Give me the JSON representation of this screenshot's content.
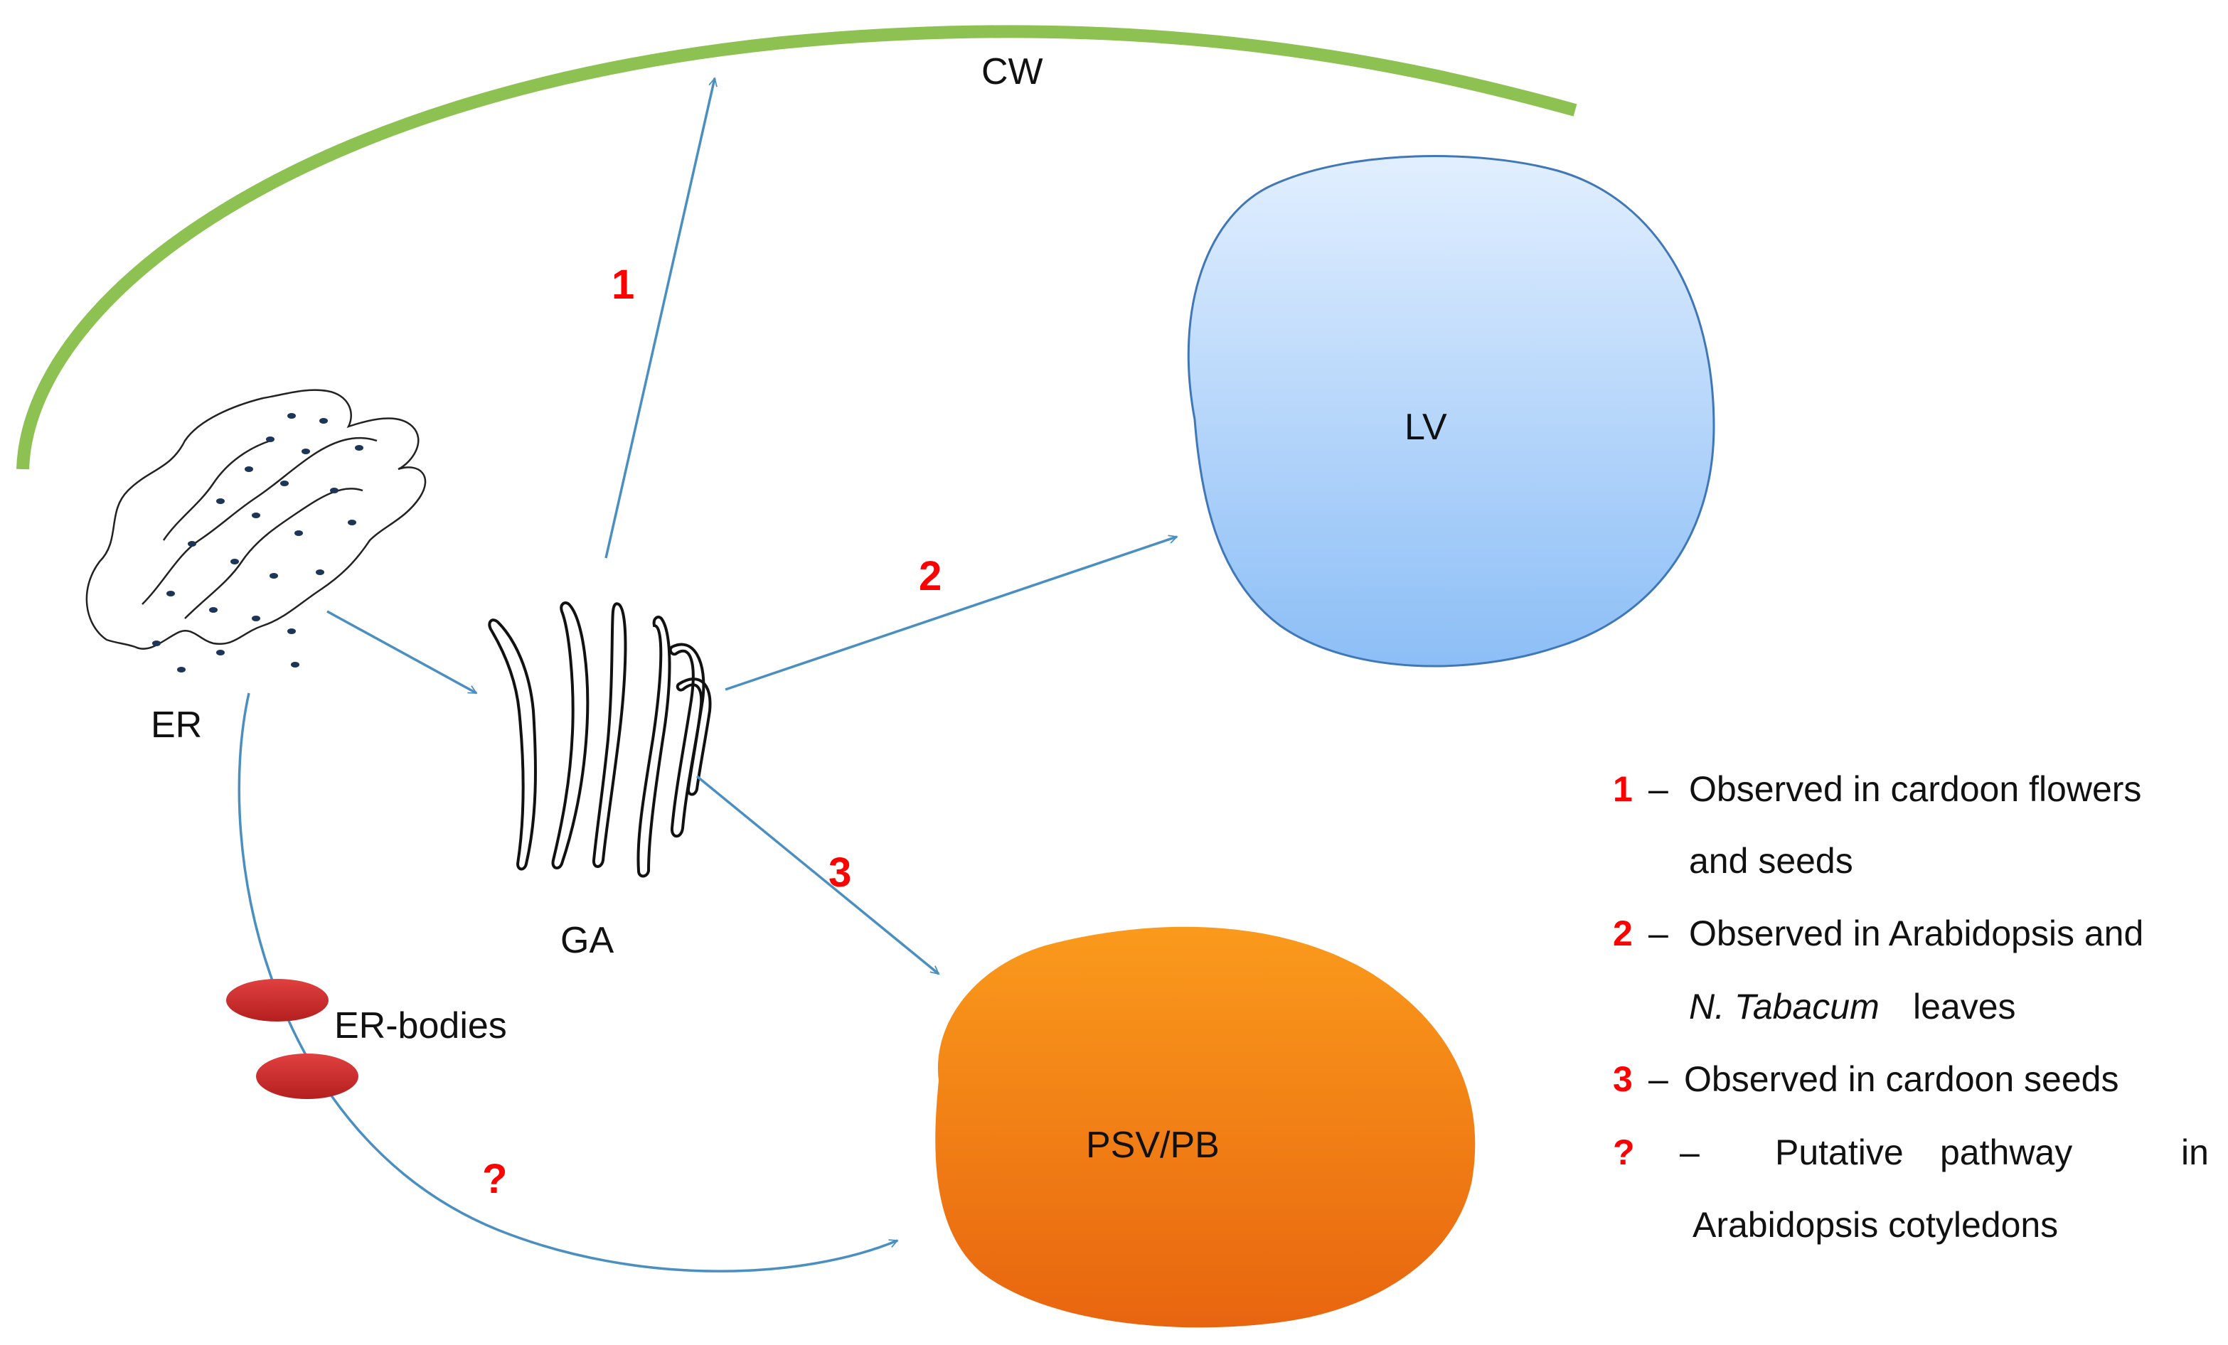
{
  "labels": {
    "cw": "CW",
    "lv": "LV",
    "er": "ER",
    "ga": "GA",
    "er_bodies": "ER-bodies",
    "psv_pb": "PSV/PB"
  },
  "pathway_markers": {
    "p1": "1",
    "p2": "2",
    "p3": "3",
    "p4": "?"
  },
  "legend": {
    "items": [
      {
        "marker": "1",
        "dash": "–",
        "lines": [
          "Observed in cardoon flowers",
          "and seeds"
        ]
      },
      {
        "marker": "2",
        "dash": "–",
        "lines": [
          "Observed in Arabidopsis and",
          "leaves"
        ],
        "italic_prefix": "N. Tabacum"
      },
      {
        "marker": "3",
        "dash": "–",
        "lines": [
          "Observed in cardoon seeds"
        ]
      },
      {
        "marker": "?",
        "dash": "–",
        "lines": [
          "Putative",
          "pathway",
          "in",
          "Arabidopsis cotyledons"
        ]
      }
    ]
  },
  "colors": {
    "cell_wall": "#8dc152",
    "arrow": "#4a8fc0",
    "marker_red": "#ff0000",
    "lv_top": "#dcecff",
    "lv_bottom": "#8ec0f7",
    "lv_stroke": "#3f77b8",
    "psv_top": "#f99516",
    "psv_bottom": "#e86a10",
    "er_body": "#cc2b2b",
    "er_dot": "#1d3557"
  }
}
